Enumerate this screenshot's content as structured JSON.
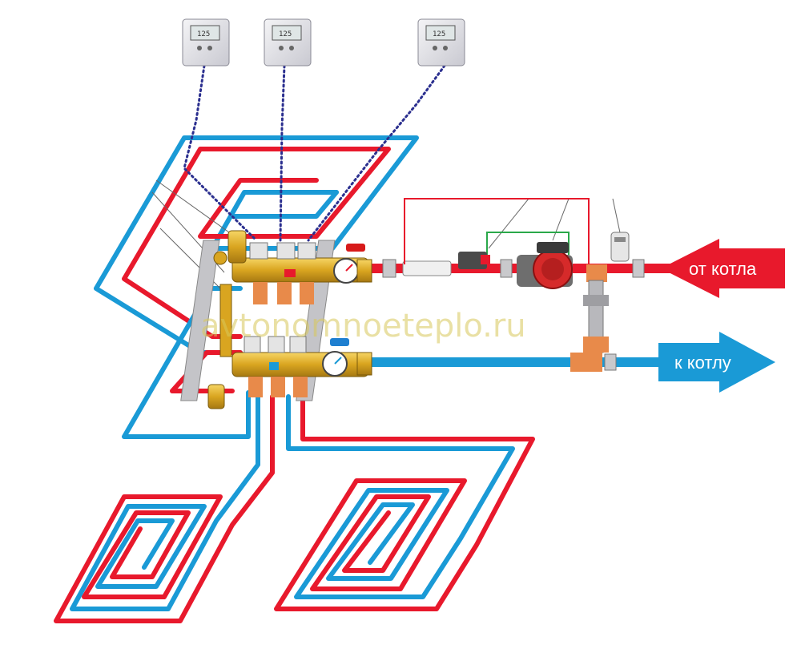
{
  "thermostats": [
    {
      "display": "125"
    },
    {
      "display": "125"
    },
    {
      "display": "125"
    }
  ],
  "supply_arrow": {
    "label": "от котла",
    "color": "#e8192c"
  },
  "return_arrow": {
    "label": "к котлу",
    "color": "#1a9ad6"
  },
  "watermark": "avtonomnoeteplo.ru",
  "colors": {
    "hot_pipe": "#e8192c",
    "cold_pipe": "#1a9ad6",
    "brass": "#d9a520",
    "control_wire": "#2b2f8f"
  }
}
